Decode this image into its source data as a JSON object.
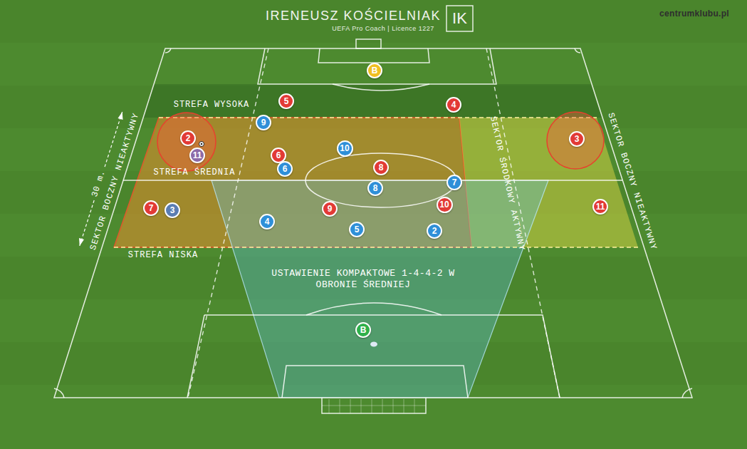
{
  "diagram": {
    "title": "IRENEUSZ KOŚCIELNIAK",
    "nodes": [
      {
        "text": [
          "B"
        ]
      },
      {
        "text": [
          "5"
        ]
      },
      {
        "text": [
          "4"
        ]
      },
      {
        "text": [
          "9"
        ]
      },
      {
        "text": [
          "2"
        ]
      },
      {
        "text": [
          "3"
        ]
      },
      {
        "text": [
          "10"
        ]
      },
      {
        "text": [
          "6"
        ]
      },
      {
        "text": [
          "11"
        ]
      },
      {
        "text": [
          "8"
        ]
      },
      {
        "text": [
          "6"
        ]
      },
      {
        "text": [
          "7"
        ]
      },
      {
        "text": [
          "8"
        ]
      },
      {
        "text": [
          "10"
        ]
      },
      {
        "text": [
          "11"
        ]
      },
      {
        "text": [
          "7"
        ]
      },
      {
        "text": [
          "9"
        ]
      },
      {
        "text": [
          "3"
        ]
      },
      {
        "text": [
          "4"
        ]
      },
      {
        "text": [
          "5"
        ]
      },
      {
        "text": [
          "2"
        ]
      },
      {
        "text": [
          "B"
        ]
      }
    ],
    "labels": [
      "UEFA Pro Coach | Licence 1227",
      "IK",
      "centrumklubu.pl",
      "STREFA WYSOKA",
      "STREFA ŚREDNIA",
      "STREFA NISKA",
      "SEKTOR BOCZNY NIEAKTYWNY",
      "30 m.",
      "SEKTOR ŚRODKOWY AKTYWNY",
      "SEKTOR BOCZNY NIEAKTYWNY",
      "USTAWIENIE KOMPAKTOWE 1-4-4-2 W OBRONIE ŚREDNIEJ"
    ]
  }
}
